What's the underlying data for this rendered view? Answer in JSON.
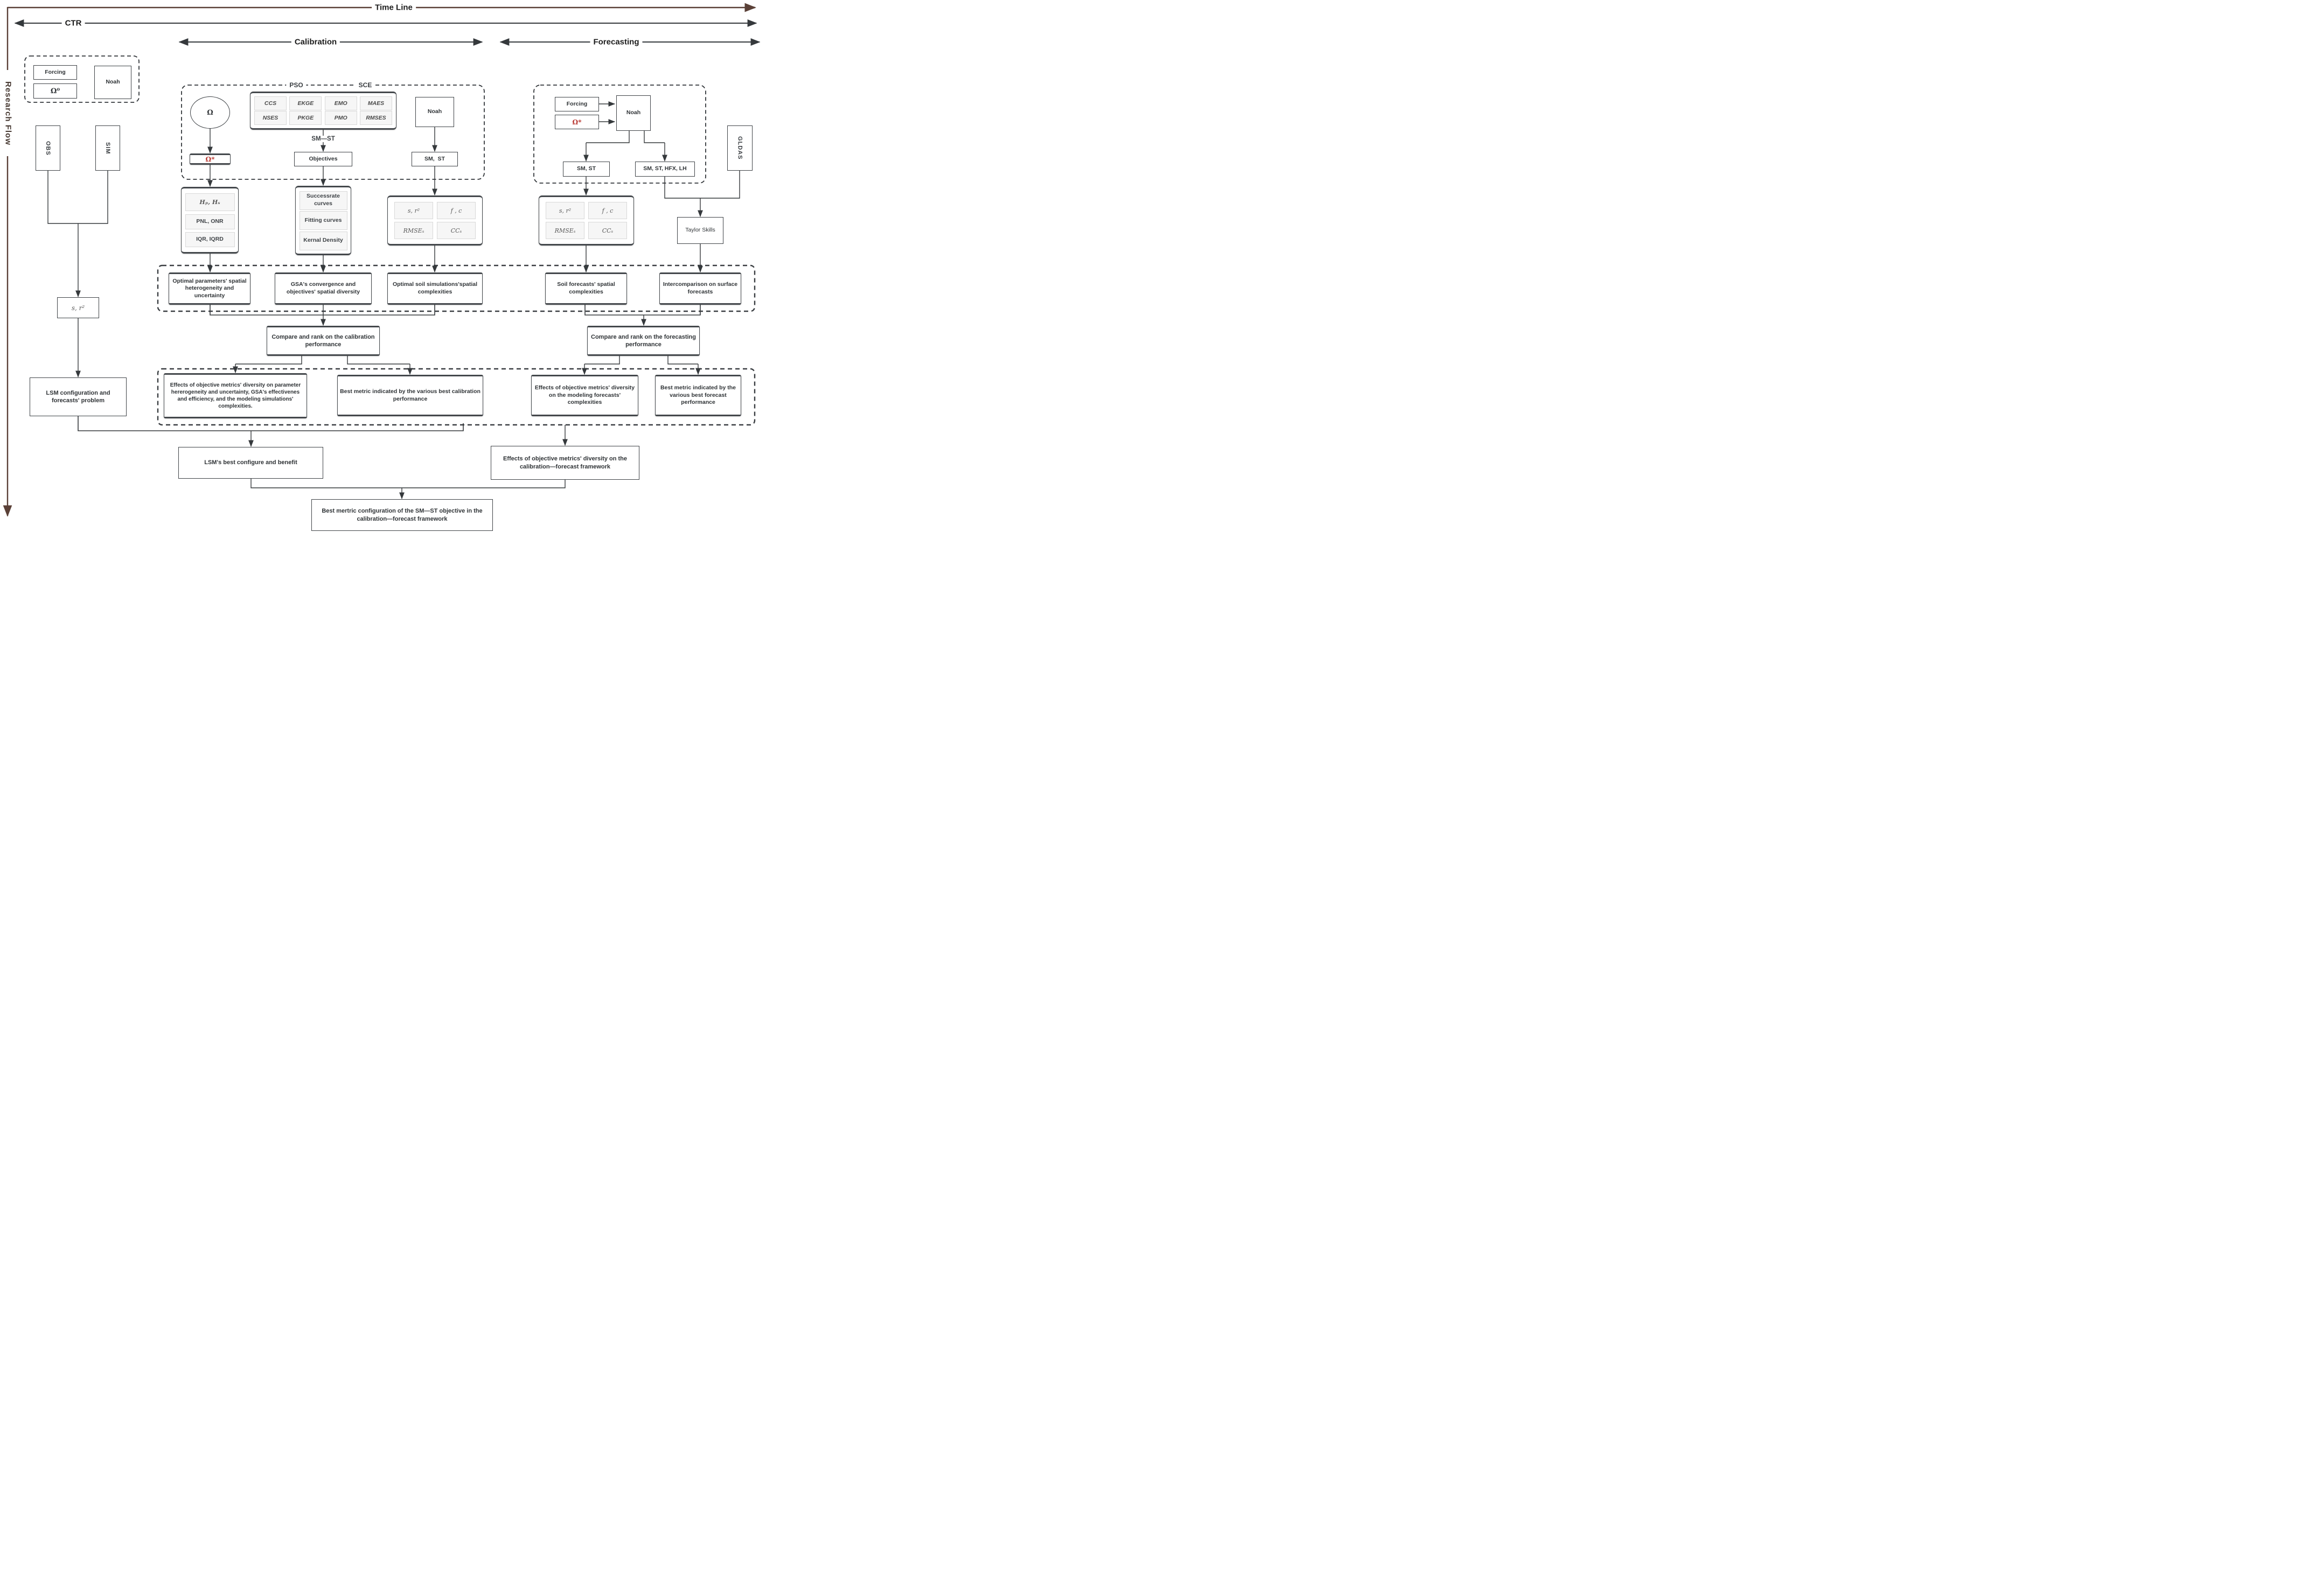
{
  "axes": {
    "timeline": "Time Line",
    "ctr": "CTR",
    "calibration": "Calibration",
    "forecasting": "Forecasting",
    "research_flow": "Research Flow"
  },
  "colors": {
    "timeline_brown": "#5a4037",
    "accent_red": "#b6342e",
    "line_dark": "#35393c"
  },
  "ctr_box": {
    "forcing": "Forcing",
    "omega0": "Ω⁰",
    "noah": "Noah"
  },
  "left_flow": {
    "obs": "OBS",
    "sim": "SIM",
    "sr2": "s, r²",
    "lsm_config": "LSM configuration and forecasts' problem",
    "lsm_best": "LSM's best configure and benefit"
  },
  "pso_sce": {
    "pso": "PSO",
    "sce": "SCE",
    "omega": "Ω",
    "metrics_row1": [
      "CCS",
      "EKGE",
      "EMO",
      "MAES"
    ],
    "metrics_row2": [
      "NSES",
      "PKGE",
      "PMO",
      "RMSES"
    ],
    "noah": "Noah",
    "omega_star": "Ω*",
    "sm_st_label": "SM—ST",
    "objectives": "Objectives",
    "sm_st": "SM,  ST"
  },
  "calibration_mid": {
    "group1": [
      "Hₚ, Hₛ",
      "PNL, ONR",
      "IQR, IQRD"
    ],
    "group2": [
      "Successrate curves",
      "Fitting curves",
      "Kernal Density"
    ],
    "group3": [
      "s, r²",
      "f , c",
      "RMSEₛ",
      "CCₛ"
    ]
  },
  "forecast_top": {
    "forcing": "Forcing",
    "omega_star": "Ω*",
    "noah": "Noah",
    "sm_st": "SM, ST",
    "sm_st_hfx_lh": "SM, ST, HFX, LH",
    "gldas": "GLDAS",
    "taylor": "Taylor Skills",
    "group": [
      "s, r²",
      "f , c",
      "RMSEₛ",
      "CCₛ"
    ]
  },
  "outcomes": {
    "o1": "Optimal parameters' spatial heterogeneity and uncertainty",
    "o2": "GSA's convergence and objectives' spatial diversity",
    "o3": "Optimal soil simulations'spatial complexities",
    "o4": "Soil forecasts' spatial complexities",
    "o5": "Intercomparison on surface forecasts"
  },
  "compare": {
    "cal": "Compare and rank on the calibration performance",
    "fc": "Compare and rank on the forecasting performance"
  },
  "bottom_row": {
    "a": "Effects of objective metrics' diversity on parameter hererogeneity and uncertainty, GSA's effectivenes and efficiency, and the modeling simulations' complexities.",
    "b": "Best metric indicated by the various best calibration performance",
    "c": "Effects of objective metrics' diversity on the modeling forecasts' complexities",
    "d": "Best metric indicated by the various best forecast performance"
  },
  "final": {
    "box_e": "Effects of objective metrics' diversity on the calibration—forecast framework",
    "best_metric": "Best mertric configuration of the SM—ST objective in the calibration—forecast framework"
  }
}
